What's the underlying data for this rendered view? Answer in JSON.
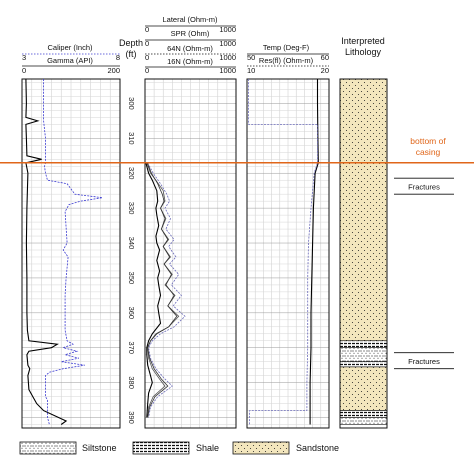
{
  "chart_data": {
    "type": "line",
    "title": "",
    "depth_axis": {
      "label_line1": "Depth",
      "label_line2": "(ft)",
      "ticks": [
        300,
        310,
        320,
        330,
        340,
        350,
        360,
        370,
        380,
        390
      ],
      "range": [
        293,
        393
      ]
    },
    "tracks": [
      {
        "name": "track-1",
        "headers": [
          {
            "label": "Caliper (Inch)",
            "min": "3",
            "max": "8",
            "style": "dotted-blue"
          },
          {
            "label": "Gamma (API)",
            "min": "0",
            "max": "200",
            "style": "solid-black"
          }
        ],
        "series": [
          {
            "name": "Gamma (API)",
            "color": "#000000",
            "min": 0,
            "max": 200,
            "points": [
              [
                293,
                8
              ],
              [
                300,
                9
              ],
              [
                304,
                8
              ],
              [
                305,
                32
              ],
              [
                306,
                8
              ],
              [
                310,
                9
              ],
              [
                315,
                10
              ],
              [
                316,
                40
              ],
              [
                317,
                8
              ],
              [
                320,
                12
              ],
              [
                330,
                10
              ],
              [
                340,
                9
              ],
              [
                350,
                10
              ],
              [
                360,
                10
              ],
              [
                365,
                11
              ],
              [
                368,
                14
              ],
              [
                369,
                72
              ],
              [
                370,
                60
              ],
              [
                371,
                14
              ],
              [
                372,
                10
              ],
              [
                375,
                12
              ],
              [
                376,
                16
              ],
              [
                378,
                12
              ],
              [
                382,
                14
              ],
              [
                384,
                22
              ],
              [
                386,
                30
              ],
              [
                388,
                44
              ],
              [
                391,
                90
              ],
              [
                392,
                80
              ]
            ]
          },
          {
            "name": "Caliper (Inch)",
            "color": "#3a3ad0",
            "min": 3,
            "max": 8,
            "points": [
              [
                293,
                4.1
              ],
              [
                305,
                4.1
              ],
              [
                310,
                4.2
              ],
              [
                315,
                4.2
              ],
              [
                317,
                4.2
              ],
              [
                318,
                4.15
              ],
              [
                320,
                4.2
              ],
              [
                322,
                4.3
              ],
              [
                323,
                5.3
              ],
              [
                326,
                5.7
              ],
              [
                327,
                7.1
              ],
              [
                328,
                6.0
              ],
              [
                329,
                5.4
              ],
              [
                331,
                5.2
              ],
              [
                340,
                5.3
              ],
              [
                342,
                5.1
              ],
              [
                344,
                5.35
              ],
              [
                350,
                5.25
              ],
              [
                355,
                5.2
              ],
              [
                360,
                5.2
              ],
              [
                365,
                5.2
              ],
              [
                368,
                5.3
              ],
              [
                369,
                5.6
              ],
              [
                370,
                5.1
              ],
              [
                371,
                5.8
              ],
              [
                372,
                5.2
              ],
              [
                373,
                5.9
              ],
              [
                374,
                5.0
              ],
              [
                375,
                6.2
              ],
              [
                376,
                5.1
              ],
              [
                377,
                4.4
              ],
              [
                378,
                4.2
              ],
              [
                384,
                4.2
              ],
              [
                385,
                4.3
              ],
              [
                390,
                4.3
              ],
              [
                392,
                4.4
              ]
            ]
          }
        ]
      },
      {
        "name": "track-2",
        "headers": [
          {
            "label": "Lateral (Ohm-m)",
            "min": "0",
            "max": "1000",
            "style": "solid"
          },
          {
            "label": "SPR (Ohm)",
            "min": "0",
            "max": "1000",
            "style": "solid"
          },
          {
            "label": "64N (Ohm-m)",
            "min": "0",
            "max": "1000",
            "style": "dotted"
          },
          {
            "label": "16N (Ohm-m)",
            "min": "0",
            "max": "1000",
            "style": "solid"
          }
        ],
        "series": [
          {
            "name": "Lateral (Ohm-m)",
            "color": "#000000",
            "min": 0,
            "max": 1000,
            "points": [
              [
                317,
                10
              ],
              [
                320,
                40
              ],
              [
                322,
                80
              ],
              [
                325,
                130
              ],
              [
                328,
                140
              ],
              [
                330,
                120
              ],
              [
                332,
                130
              ],
              [
                335,
                150
              ],
              [
                338,
                120
              ],
              [
                340,
                130
              ],
              [
                342,
                160
              ],
              [
                345,
                130
              ],
              [
                348,
                160
              ],
              [
                350,
                140
              ],
              [
                352,
                150
              ],
              [
                355,
                170
              ],
              [
                358,
                140
              ],
              [
                360,
                150
              ],
              [
                363,
                170
              ],
              [
                366,
                80
              ],
              [
                368,
                40
              ],
              [
                370,
                20
              ],
              [
                372,
                20
              ],
              [
                375,
                30
              ],
              [
                378,
                60
              ],
              [
                380,
                80
              ],
              [
                383,
                40
              ],
              [
                386,
                30
              ],
              [
                390,
                20
              ]
            ]
          },
          {
            "name": "SPR (Ohm)",
            "color": "#555555",
            "min": 0,
            "max": 1000,
            "points": [
              [
                317,
                20
              ],
              [
                320,
                60
              ],
              [
                322,
                120
              ],
              [
                325,
                200
              ],
              [
                328,
                220
              ],
              [
                330,
                170
              ],
              [
                333,
                230
              ],
              [
                336,
                180
              ],
              [
                339,
                260
              ],
              [
                341,
                200
              ],
              [
                344,
                280
              ],
              [
                346,
                210
              ],
              [
                349,
                300
              ],
              [
                352,
                220
              ],
              [
                355,
                330
              ],
              [
                358,
                250
              ],
              [
                361,
                370
              ],
              [
                364,
                260
              ],
              [
                366,
                120
              ],
              [
                368,
                60
              ],
              [
                370,
                30
              ],
              [
                373,
                40
              ],
              [
                376,
                80
              ],
              [
                379,
                160
              ],
              [
                381,
                220
              ],
              [
                384,
                90
              ],
              [
                387,
                40
              ],
              [
                390,
                30
              ]
            ]
          },
          {
            "name": "64N (Ohm-m)",
            "color": "#6a6ab8",
            "min": 0,
            "max": 1000,
            "points": [
              [
                317,
                30
              ],
              [
                320,
                90
              ],
              [
                323,
                170
              ],
              [
                326,
                240
              ],
              [
                328,
                270
              ],
              [
                330,
                220
              ],
              [
                333,
                280
              ],
              [
                336,
                230
              ],
              [
                339,
                320
              ],
              [
                341,
                260
              ],
              [
                344,
                340
              ],
              [
                346,
                270
              ],
              [
                349,
                370
              ],
              [
                352,
                290
              ],
              [
                355,
                400
              ],
              [
                358,
                310
              ],
              [
                361,
                440
              ],
              [
                364,
                320
              ],
              [
                366,
                170
              ],
              [
                368,
                80
              ],
              [
                370,
                40
              ],
              [
                373,
                60
              ],
              [
                376,
                120
              ],
              [
                379,
                220
              ],
              [
                381,
                300
              ],
              [
                384,
                140
              ],
              [
                387,
                60
              ],
              [
                390,
                40
              ]
            ]
          },
          {
            "name": "16N (Ohm-m)",
            "color": "#333333",
            "min": 0,
            "max": 1000,
            "points": [
              [
                317,
                25
              ],
              [
                320,
                70
              ],
              [
                323,
                140
              ],
              [
                326,
                190
              ],
              [
                328,
                210
              ],
              [
                330,
                170
              ],
              [
                333,
                220
              ],
              [
                336,
                180
              ],
              [
                339,
                250
              ],
              [
                341,
                200
              ],
              [
                344,
                270
              ],
              [
                346,
                210
              ],
              [
                349,
                290
              ],
              [
                352,
                230
              ],
              [
                355,
                320
              ],
              [
                358,
                250
              ],
              [
                361,
                350
              ],
              [
                364,
                260
              ],
              [
                366,
                130
              ],
              [
                368,
                60
              ],
              [
                370,
                30
              ],
              [
                373,
                50
              ],
              [
                376,
                100
              ],
              [
                379,
                180
              ],
              [
                381,
                250
              ],
              [
                384,
                110
              ],
              [
                387,
                50
              ],
              [
                390,
                30
              ]
            ]
          }
        ]
      },
      {
        "name": "track-3",
        "headers": [
          {
            "label": "Temp (Deg-F)",
            "min": "50",
            "max": "60",
            "style": "solid"
          },
          {
            "label": "Res(fl) (Ohm-m)",
            "min": "10",
            "max": "20",
            "style": "dotted"
          }
        ],
        "series": [
          {
            "name": "Temp (Deg-F)",
            "color": "#000000",
            "min": 50,
            "max": 60,
            "points": [
              [
                293,
                58.6
              ],
              [
                300,
                58.6
              ],
              [
                310,
                58.65
              ],
              [
                317,
                58.7
              ],
              [
                320,
                58.3
              ],
              [
                330,
                58.1
              ],
              [
                340,
                58.0
              ],
              [
                350,
                57.9
              ],
              [
                360,
                57.8
              ],
              [
                370,
                57.8
              ],
              [
                380,
                57.7
              ],
              [
                392,
                57.7
              ]
            ]
          },
          {
            "name": "Res(fl) (Ohm-m)",
            "color": "#6a6ab8",
            "min": 10,
            "max": 20,
            "points": [
              [
                293,
                10.2
              ],
              [
                306,
                10.2
              ],
              [
                306,
                18.6
              ],
              [
                317,
                18.6
              ],
              [
                320,
                18.2
              ],
              [
                330,
                17.8
              ],
              [
                340,
                17.5
              ],
              [
                350,
                17.4
              ],
              [
                360,
                17.4
              ],
              [
                370,
                17.4
              ],
              [
                380,
                17.3
              ],
              [
                388,
                17.3
              ],
              [
                388,
                10.3
              ],
              [
                392,
                10.3
              ]
            ]
          }
        ]
      }
    ],
    "casing": {
      "depth": 317,
      "label_line1": "bottom of",
      "label_line2": "casing",
      "color": "#e0661a"
    },
    "lithology": {
      "title_line1": "Interpreted",
      "title_line2": "Lithology",
      "layers": [
        {
          "type": "Sandstone",
          "top": 293,
          "bottom": 368
        },
        {
          "type": "Shale",
          "top": 368,
          "bottom": 370
        },
        {
          "type": "Siltstone",
          "top": 370,
          "bottom": 374
        },
        {
          "type": "Shale",
          "top": 374,
          "bottom": 375.5
        },
        {
          "type": "Sandstone",
          "top": 375.5,
          "bottom": 388
        },
        {
          "type": "Shale",
          "top": 388,
          "bottom": 390
        },
        {
          "type": "Siltstone",
          "top": 390,
          "bottom": 392
        }
      ],
      "annotations": [
        {
          "label": "Fractures",
          "depth": 324
        },
        {
          "label": "Fractures",
          "depth": 374
        }
      ]
    },
    "legend": [
      {
        "label": "Siltstone",
        "pattern": "siltstone"
      },
      {
        "label": "Shale",
        "pattern": "shale"
      },
      {
        "label": "Sandstone",
        "pattern": "sandstone"
      }
    ],
    "grid": true
  }
}
